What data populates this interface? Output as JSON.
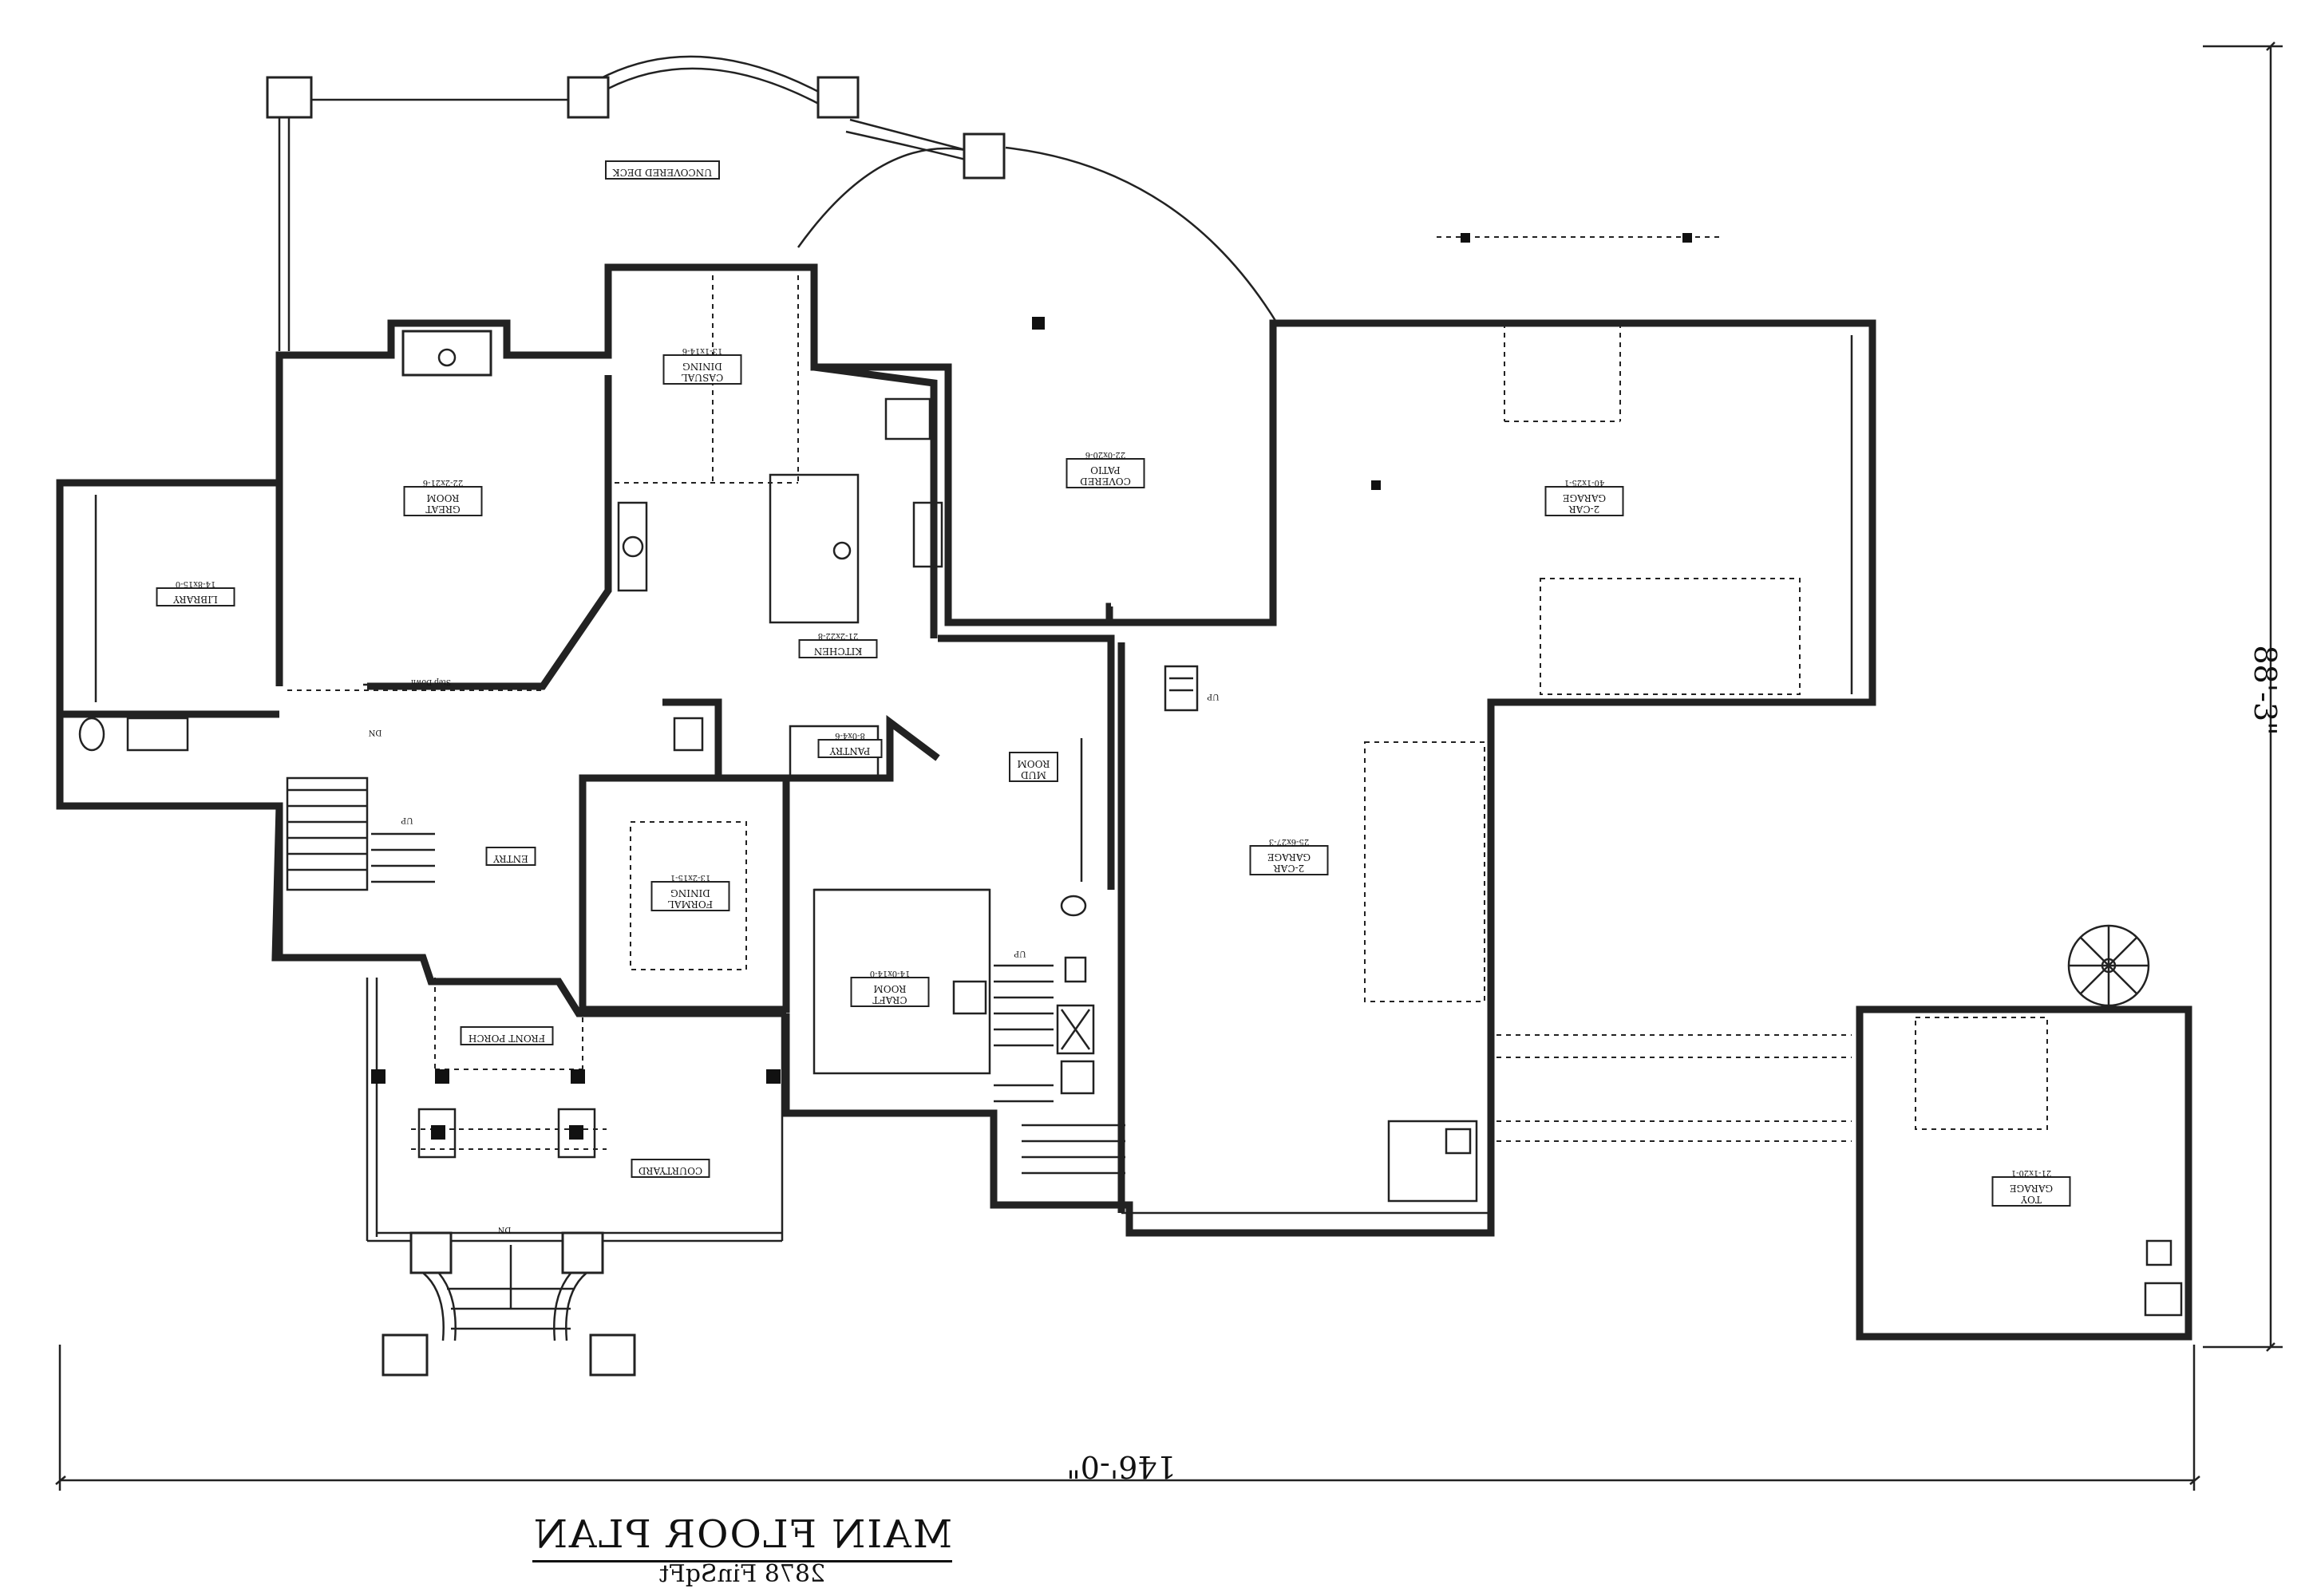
{
  "title": "MAIN FLOOR PLAN",
  "subtitle": "2878 FinSqFt",
  "dimensions": {
    "width": "146'-0\"",
    "depth": "88'-3\""
  },
  "rooms": [
    {
      "id": "uncovered-deck",
      "name": "UNCOVERED DECK",
      "size": ""
    },
    {
      "id": "casual-dining",
      "name": "CASUAL\nDINING",
      "size": "13-1x14-6"
    },
    {
      "id": "great-room",
      "name": "GREAT\nROOM",
      "size": "22-2x21-6"
    },
    {
      "id": "library",
      "name": "LIBRARY",
      "size": "14-8x15-0"
    },
    {
      "id": "covered-patio",
      "name": "COVERED\nPATIO",
      "size": "22-0x20-6"
    },
    {
      "id": "kitchen",
      "name": "KITCHEN",
      "size": "21-2x22-8"
    },
    {
      "id": "garage-2car-a",
      "name": "2-CAR\nGARAGE",
      "size": "40-1x25-1"
    },
    {
      "id": "pantry",
      "name": "PANTRY",
      "size": "8-0x4-6"
    },
    {
      "id": "mud-room",
      "name": "MUD\nROOM",
      "size": ""
    },
    {
      "id": "entry",
      "name": "ENTRY",
      "size": ""
    },
    {
      "id": "formal-dining",
      "name": "FORMAL\nDINING",
      "size": "13-2x15-1"
    },
    {
      "id": "garage-2car-b",
      "name": "2-CAR\nGARAGE",
      "size": "25-6x27-3"
    },
    {
      "id": "craft-room",
      "name": "CRAFT\nROOM",
      "size": "14-0x14-0"
    },
    {
      "id": "front-porch",
      "name": "FRONT PORCH",
      "size": ""
    },
    {
      "id": "courtyard",
      "name": "COURTYARD",
      "size": ""
    },
    {
      "id": "toy-garage",
      "name": "TOY\nGARAGE",
      "size": "21-1x20-1"
    }
  ],
  "annotations": {
    "step_down": "Step Down",
    "up": "UP",
    "dn": "DN"
  }
}
